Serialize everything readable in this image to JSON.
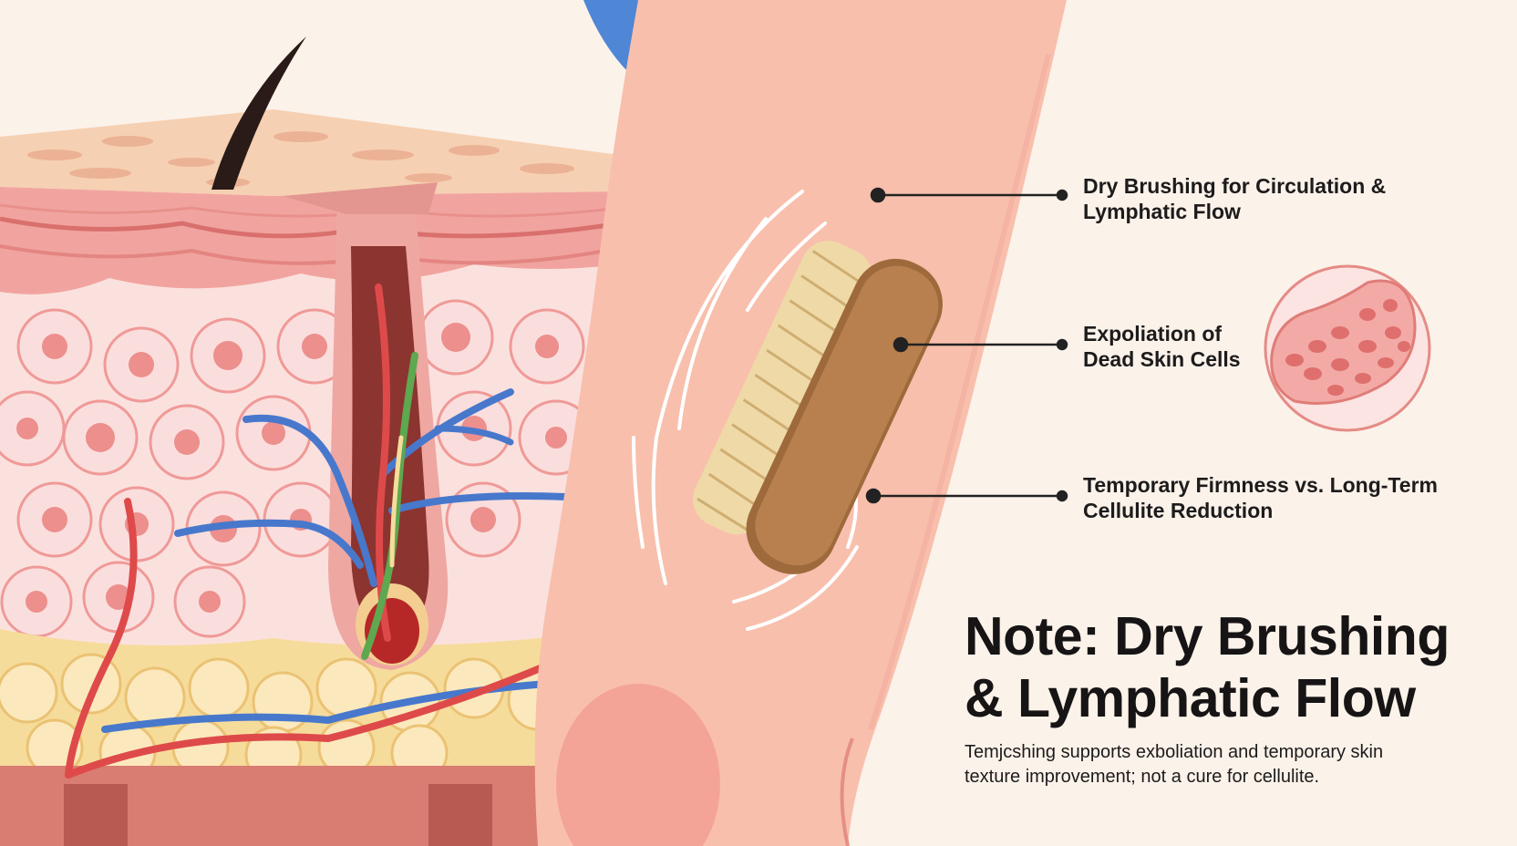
{
  "callouts": [
    {
      "line1": "Dry Brushing for Circulation &",
      "line2": "Lymphatic Flow"
    },
    {
      "line1": "Expoliation of",
      "line2": "Dead Skin Cells"
    },
    {
      "line1": "Temporary Firmness vs. Long-Term",
      "line2": "Cellulite Reduction"
    }
  ],
  "note": {
    "title_line1": "Note: Dry Brushing",
    "title_line2": "& Lymphatic Flow",
    "body_line1": "Temjcshing supports exboliation and temporary skin",
    "body_line2": "texture improvement; not a cure for cellulite."
  },
  "colors": {
    "background": "#fbf2ea",
    "skin": "#f8bfad",
    "artery": "#de4a4a",
    "vein": "#4878cc",
    "lymph": "#5ea84f",
    "fat": "#f6dc9b",
    "brush_handle": "#b8804f",
    "bristles": "#efd9a7"
  }
}
